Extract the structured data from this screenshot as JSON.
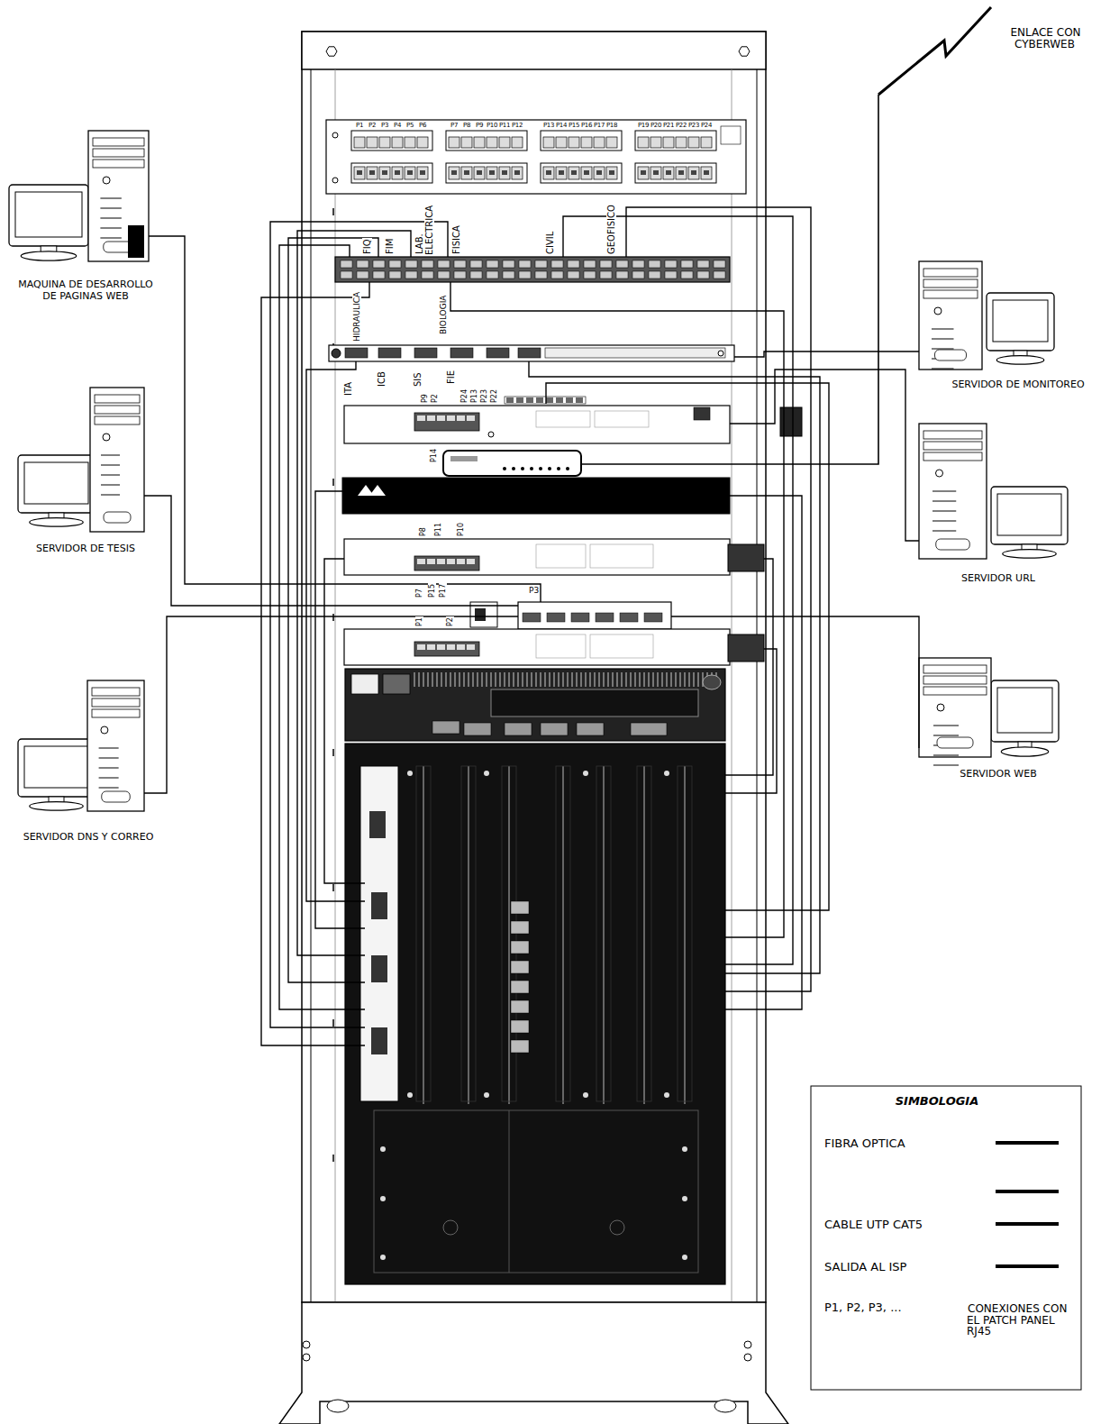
{
  "diagram": {
    "nodes": [
      {
        "text": [
          "MAQUINA DE DESARROLLO DE PAGINAS WEB"
        ]
      },
      {
        "text": [
          "SERVIDOR DE TESIS"
        ]
      },
      {
        "text": [
          "SERVIDOR DNS Y CORREO"
        ]
      },
      {
        "text": [
          "SERVIDOR DE MONITOREO"
        ]
      },
      {
        "text": [
          "SERVIDOR URL"
        ]
      },
      {
        "text": [
          "SERVIDOR WEB"
        ]
      }
    ],
    "labels": [
      "ENLACE CON CYBERWEB",
      "P1",
      "P2",
      "P3",
      "P4",
      "P5",
      "P6",
      "P7",
      "P8",
      "P9",
      "P10",
      "P11",
      "P12",
      "P13",
      "P14",
      "P15",
      "P16",
      "P17",
      "P18",
      "P19",
      "P20",
      "P21",
      "P22",
      "P23",
      "P24",
      "FIQ",
      "FIM",
      "LAB. ELECTRICA",
      "FISICA",
      "CIVIL",
      "GEOFISICO",
      "HIDRAULICA",
      "BIOLOGIA",
      "ITA",
      "ICB",
      "SIS",
      "FIE",
      "P9",
      "P2",
      "P24",
      "P13",
      "P23",
      "P22",
      "P14",
      "P8",
      "P11",
      "P10",
      "P7",
      "P15",
      "P17",
      "P3",
      "P1",
      "P2",
      "SIMBOLOGIA",
      "CONEXIONES CON EL PATCH PANEL RJ45"
    ],
    "legend": [
      {
        "text": "FIBRA OPTICA"
      },
      {
        "text": "CABLE UTP CAT5"
      },
      {
        "text": "SALIDA AL ISP"
      },
      {
        "text": "P1, P2, P3, ..."
      }
    ]
  }
}
